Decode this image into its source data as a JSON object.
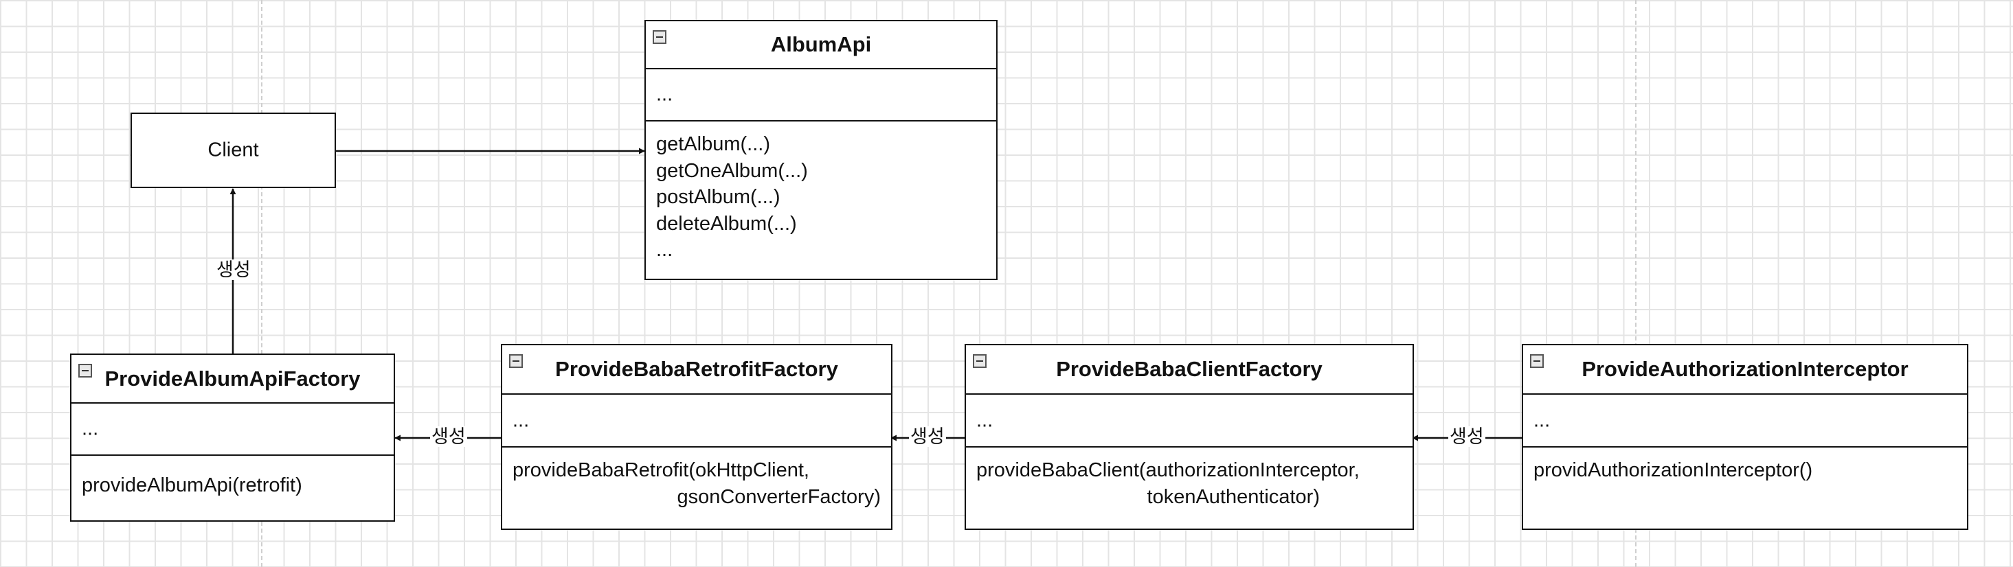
{
  "colors": {
    "background": "#ffffff",
    "grid": "#e4e4e4",
    "stroke": "#111111"
  },
  "client": {
    "label": "Client"
  },
  "album_api": {
    "title": "AlbumApi",
    "attributes": "...",
    "methods": [
      "getAlbum(...)",
      "getOneAlbum(...)",
      "postAlbum(...)",
      "deleteAlbum(...)",
      "..."
    ]
  },
  "album_api_factory": {
    "title": "ProvideAlbumApiFactory",
    "attributes": "...",
    "methods": [
      "provideAlbumApi(retrofit)"
    ]
  },
  "retrofit_factory": {
    "title": "ProvideBabaRetrofitFactory",
    "attributes": "...",
    "method_line1": "provideBabaRetrofit(okHttpClient,",
    "method_line2": "gsonConverterFactory)"
  },
  "client_factory": {
    "title": "ProvideBabaClientFactory",
    "attributes": "...",
    "method_line1": "provideBabaClient(authorizationInterceptor,",
    "method_line2": "tokenAuthenticator)"
  },
  "interceptor": {
    "title": "ProvideAuthorizationInterceptor",
    "attributes": "...",
    "methods": [
      "providAuthorizationInterceptor()"
    ]
  },
  "edge_labels": {
    "factory_to_client": "생성",
    "retrofit_to_album_factory": "생성",
    "client_to_retrofit": "생성",
    "interceptor_to_client_factory": "생성"
  }
}
